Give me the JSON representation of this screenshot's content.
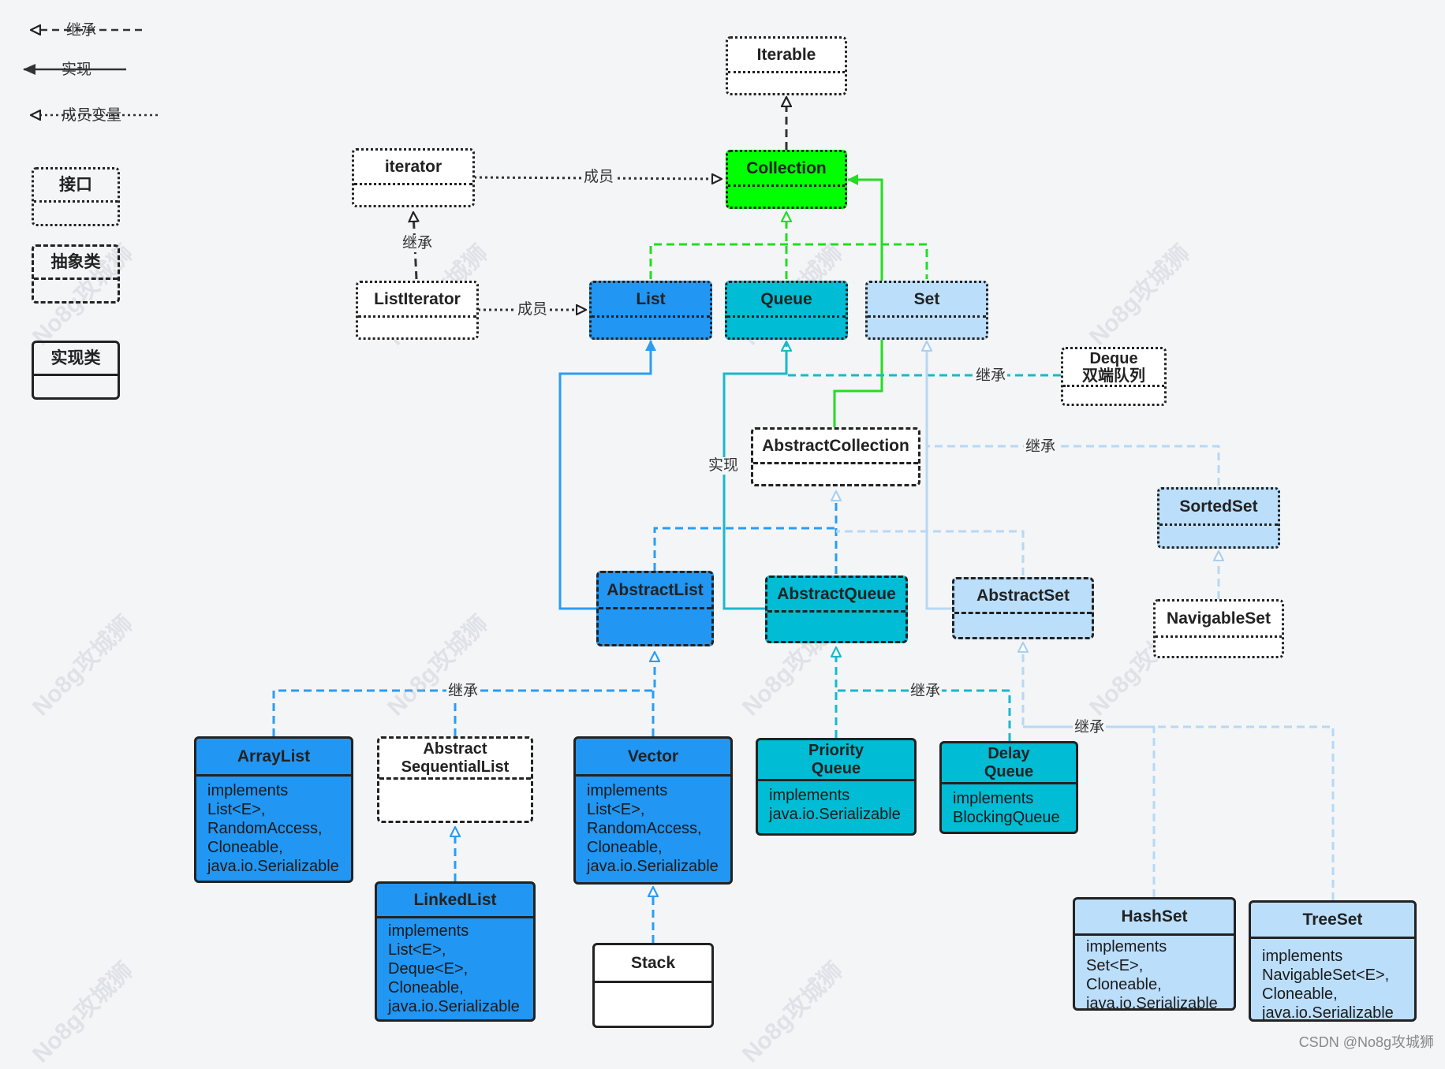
{
  "colors": {
    "green": "#00ff00",
    "blue": "#2196f3",
    "cyan": "#00bcd4",
    "light_blue": "#bbdefb",
    "white": "#ffffff",
    "line_green": "#22dd22",
    "line_blue": "#2a9df4",
    "line_cyan": "#19b8cc",
    "line_light": "#b7d8f5"
  },
  "legend": {
    "inherit": "继承",
    "implement": "实现",
    "member": "成员变量",
    "interface": "接口",
    "abstract_class": "抽象类",
    "impl_class": "实现类"
  },
  "nodes": {
    "iterable": {
      "title": "Iterable"
    },
    "collection": {
      "title": "Collection"
    },
    "iterator": {
      "title": "iterator"
    },
    "listiterator": {
      "title": "ListIterator"
    },
    "list": {
      "title": "List"
    },
    "queue": {
      "title": "Queue"
    },
    "set": {
      "title": "Set"
    },
    "deque": {
      "title": "Deque\n双端队列"
    },
    "abstractcollection": {
      "title": "AbstractCollection"
    },
    "sortedset": {
      "title": "SortedSet"
    },
    "navigableset": {
      "title": "NavigableSet"
    },
    "abstractlist": {
      "title": "AbstractList"
    },
    "abstractqueue": {
      "title": "AbstractQueue"
    },
    "abstractset": {
      "title": "AbstractSet"
    },
    "arraylist": {
      "title": "ArrayList",
      "body": "implements\nList<E>,\nRandomAccess,\nCloneable,\njava.io.Serializable"
    },
    "abstractsequentiallist": {
      "title": "Abstract\nSequentialList"
    },
    "vector": {
      "title": "Vector",
      "body": "implements\nList<E>,\nRandomAccess,\nCloneable,\njava.io.Serializable"
    },
    "priorityqueue": {
      "title": "Priority\nQueue",
      "body": "implements\njava.io.Serializable"
    },
    "delayqueue": {
      "title": "Delay\nQueue",
      "body": "implements\nBlockingQueue"
    },
    "linkedlist": {
      "title": "LinkedList",
      "body": "implements\nList<E>,\nDeque<E>,\nCloneable,\njava.io.Serializable"
    },
    "stack": {
      "title": "Stack"
    },
    "hashset": {
      "title": "HashSet",
      "body": "implements\nSet<E>,\nCloneable,\njava.io.Serializable"
    },
    "treeset": {
      "title": "TreeSet",
      "body": "implements\nNavigableSet<E>,\nCloneable,\njava.io.Serializable"
    }
  },
  "edge_labels": {
    "member_iterator": "成员",
    "member_listiterator": "成员",
    "inherit_iterator": "继承",
    "inherit_deque": "继承",
    "inherit_sortedset": "继承",
    "implement_abstractqueue": "实现",
    "inherit_abstractlist": "继承",
    "inherit_abstractqueue": "继承",
    "inherit_abstractset": "继承"
  },
  "watermark": "No8g攻城狮",
  "credit": "CSDN @No8g攻城狮"
}
